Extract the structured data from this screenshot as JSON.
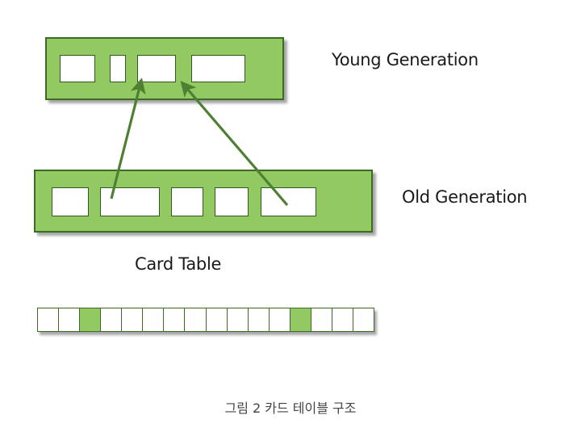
{
  "young_generation": {
    "label": "Young Generation"
  },
  "old_generation": {
    "label": "Old Generation"
  },
  "card_table": {
    "label": "Card Table",
    "cards": [
      false,
      false,
      true,
      false,
      false,
      false,
      false,
      false,
      false,
      false,
      false,
      false,
      true,
      false,
      false,
      false
    ]
  },
  "caption": "그림 2 카드 테이블 구조",
  "colors": {
    "region_fill": "#92c963",
    "region_border": "#3b6b25",
    "arrow": "#4e7f33"
  }
}
